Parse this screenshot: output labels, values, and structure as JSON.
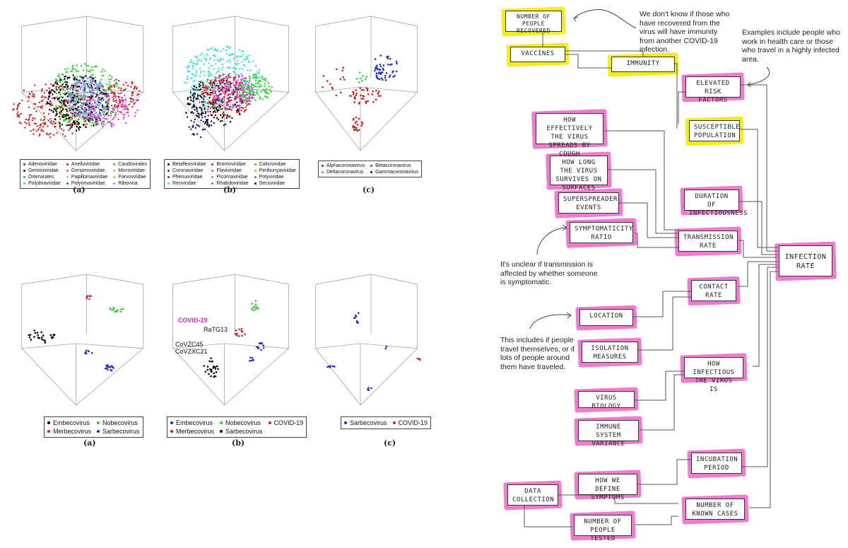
{
  "row1": {
    "captions": [
      "(a)",
      "(b)",
      "(c)"
    ],
    "legend_a": [
      {
        "label": "Adenoviridae",
        "color": "#1f2bd1"
      },
      {
        "label": "Anelloviridae",
        "color": "#d11f1f"
      },
      {
        "label": "Caudovirales",
        "color": "#2bd12b"
      },
      {
        "label": "Geminiviridae",
        "color": "#000000"
      },
      {
        "label": "Genomoviridae",
        "color": "#e040e0"
      },
      {
        "label": "Microviridae",
        "color": "#c8c800"
      },
      {
        "label": "Ortervirales",
        "color": "#17b35a"
      },
      {
        "label": "Papillomaviridae",
        "color": "#7fd0d0"
      },
      {
        "label": "Parvoviridae",
        "color": "#ff9f3f"
      },
      {
        "label": "Polydnaviridae",
        "color": "#5ab4e6"
      },
      {
        "label": "Polyomaviridae",
        "color": "#1f5fd1"
      },
      {
        "label": "Riboviria",
        "color": "#9090ff"
      }
    ],
    "legend_b": [
      {
        "label": "Betaflexiviridae",
        "color": "#000000"
      },
      {
        "label": "Bromoviridae",
        "color": "#d11f1f"
      },
      {
        "label": "Caliciviridae",
        "color": "#2bd12b"
      },
      {
        "label": "Coronaviridae",
        "color": "#1f2bd1"
      },
      {
        "label": "Flaviviridae",
        "color": "#e040e0"
      },
      {
        "label": "Peribunyaviridae",
        "color": "#c8c800"
      },
      {
        "label": "Phenuiviridae",
        "color": "#444444"
      },
      {
        "label": "Picornaviridae",
        "color": "#ff5fa0"
      },
      {
        "label": "Potyviridae",
        "color": "#7f7f00"
      },
      {
        "label": "Reoviridae",
        "color": "#40e0d0"
      },
      {
        "label": "Rhabdoviridae",
        "color": "#2b8fd1"
      },
      {
        "label": "Secoviridae",
        "color": "#111188"
      }
    ],
    "legend_c": [
      {
        "label": "Alphacoronavirus",
        "color": "#1f2bd1"
      },
      {
        "label": "Betacoronavirus",
        "color": "#d11f1f"
      },
      {
        "label": "Deltacoronavirus",
        "color": "#2bd12b"
      },
      {
        "label": "Gammacoronavirus",
        "color": "#000000"
      }
    ]
  },
  "row2": {
    "captions": [
      "(a)",
      "(b)",
      "(c)"
    ],
    "legend_a": [
      {
        "label": "Embecovirus",
        "color": "#000000"
      },
      {
        "label": "Nobecovirus",
        "color": "#2bd12b"
      },
      {
        "label": "Merbecovirus",
        "color": "#d11f1f"
      },
      {
        "label": "Sarbecovirus",
        "color": "#1f2bd1"
      }
    ],
    "legend_b": [
      {
        "label": "Embecovirus",
        "color": "#1f2bd1"
      },
      {
        "label": "Nobecovirus",
        "color": "#2bd12b"
      },
      {
        "label": "COVID-19",
        "color": "#d11f1f"
      },
      {
        "label": "Merbecovirus",
        "color": "#d11f1f"
      },
      {
        "label": "Sarbecovirus",
        "color": "#000000"
      }
    ],
    "legend_c": [
      {
        "label": "Sarbecovirus",
        "color": "#1f2bd1"
      },
      {
        "label": "COVID-19",
        "color": "#d11f1f"
      }
    ],
    "annotations_b": {
      "covid": "COVID-19",
      "ratg13": "RaTG13",
      "covzc45": "CoVZC45",
      "covzxc21": "CoVZXC21"
    }
  },
  "flow": {
    "boxes": {
      "people_recovered": "NUMBER OF PEOPLE RECOVERED",
      "vaccines": "VACCINES",
      "immunity": "IMMUNITY",
      "elevated_risk": "ELEVATED RISK FACTORS",
      "how_effectively": "HOW EFFECTIVELY THE VIRUS SPREADS BY COUGH",
      "susceptible": "SUSCEPTIBLE POPULATION",
      "how_long": "HOW LONG THE VIRUS SURVIVES ON SURFACES",
      "duration": "DURATION OF INFECTIOUSNESS",
      "superspreader": "SUPERSPREADER EVENTS",
      "symptomaticity": "SYMPTOMATICITY RATIO",
      "transmission": "TRANSMISSION RATE",
      "infection_rate": "INFECTION RATE",
      "contact_rate": "CONTACT RATE",
      "location": "LOCATION",
      "isolation": "ISOLATION MEASURES",
      "how_infectious": "HOW INFECTIOUS THE VIRUS IS",
      "virus_biology": "VIRUS BIOLOGY",
      "immune_variance": "IMMUNE SYSTEM VARIANCE",
      "incubation": "INCUBATION PERIOD",
      "define_symptoms": "HOW WE DEFINE SYMPTOMS",
      "data_collection": "DATA COLLECTION",
      "known_cases": "NUMBER OF KNOWN CASES",
      "people_tested": "NUMBER OF PEOPLE TESTED"
    },
    "notes": {
      "recovered_note": "We don't know if those who have recovered from the virus will have immunity from another COVID-19 infection.",
      "health_note": "Examples include people who work in health care or those who travel in a highly infected area.",
      "symptomatic_note": "It's unclear if transmission is affected by whether someone is symptomatic.",
      "travel_note": "This includes if people travel themselves, or if lots of people around them have traveled."
    },
    "highlight_yellow": "#f5ec1a",
    "highlight_pink": "#f07bcf"
  }
}
